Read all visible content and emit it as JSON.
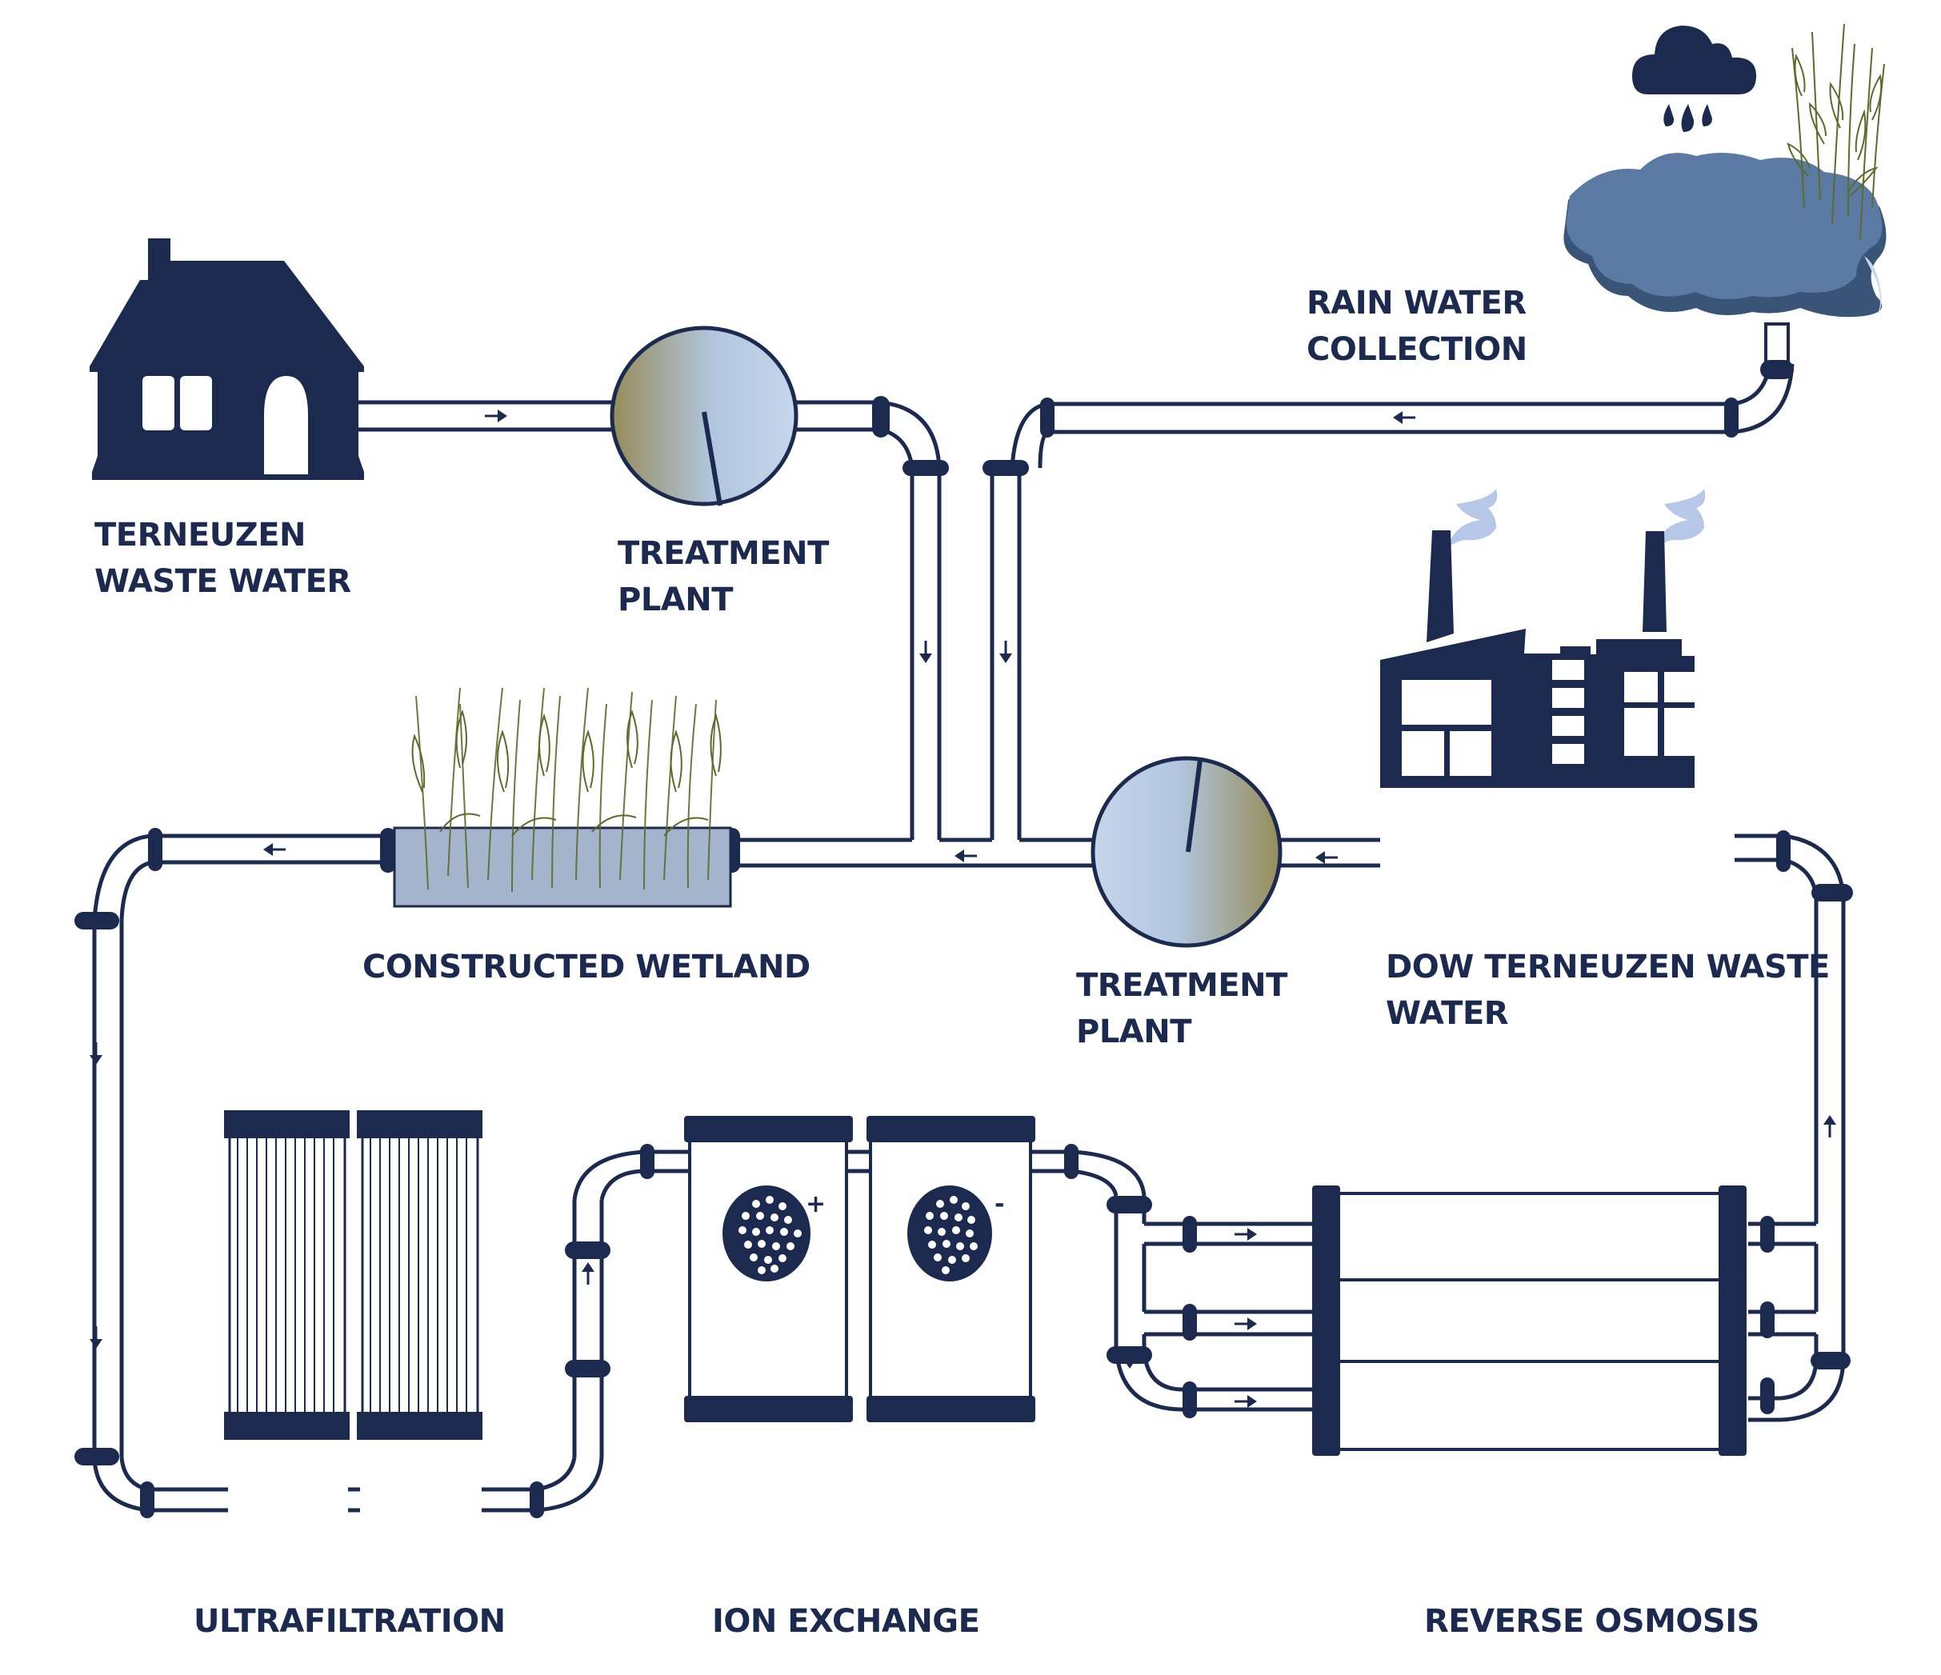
{
  "diagram": {
    "title": "Water reuse flow diagram",
    "colors": {
      "navy": "#1b2a4e",
      "pond": "#5b7aa3",
      "pond_shadow": "#3a5478",
      "pond_light": "#c9d8ee",
      "reed": "#5d6b2a",
      "wetland_water": "#a3b4cc",
      "treatment_brown": "#958c58",
      "treatment_blue": "#b2c6e0",
      "smoke": "#b3c4e6"
    },
    "labels": {
      "terneuzen_waste_water": [
        "TERNEUZEN",
        "WASTE WATER"
      ],
      "treatment_plant_top": [
        "TREATMENT",
        "PLANT"
      ],
      "rain_water_collection": [
        "RAIN WATER",
        "COLLECTION"
      ],
      "constructed_wetland": [
        "CONSTRUCTED WETLAND"
      ],
      "treatment_plant_mid": [
        "TREATMENT",
        "PLANT"
      ],
      "dow_terneuzen_waste_water": [
        "DOW TERNEUZEN WASTE",
        "WATER"
      ],
      "ultrafiltration": [
        "ULTRAFILTRATION"
      ],
      "ion_exchange": [
        "ION EXCHANGE"
      ],
      "reverse_osmosis": [
        "REVERSE OSMOSIS"
      ]
    },
    "ion_exchange_charges": {
      "cation": "+",
      "anion": "-"
    },
    "flow_arrows": [
      {
        "segment": "house-to-treatment-top",
        "direction": "right"
      },
      {
        "segment": "rain-to-junction",
        "direction": "left"
      },
      {
        "segment": "vertical-left-down",
        "direction": "down"
      },
      {
        "segment": "vertical-right-down",
        "direction": "down"
      },
      {
        "segment": "junction-to-wetland",
        "direction": "left"
      },
      {
        "segment": "factory-to-treatment-mid",
        "direction": "left"
      },
      {
        "segment": "wetland-to-left",
        "direction": "left"
      },
      {
        "segment": "left-vertical-upper",
        "direction": "down"
      },
      {
        "segment": "left-vertical-lower",
        "direction": "down"
      },
      {
        "segment": "uf-to-ix-riser",
        "direction": "up"
      },
      {
        "segment": "ro-manifold",
        "direction": "down"
      },
      {
        "segment": "ro-inlet-1",
        "direction": "right"
      },
      {
        "segment": "ro-inlet-2",
        "direction": "right"
      },
      {
        "segment": "ro-inlet-3",
        "direction": "right"
      },
      {
        "segment": "ro-return-riser",
        "direction": "up"
      }
    ]
  }
}
